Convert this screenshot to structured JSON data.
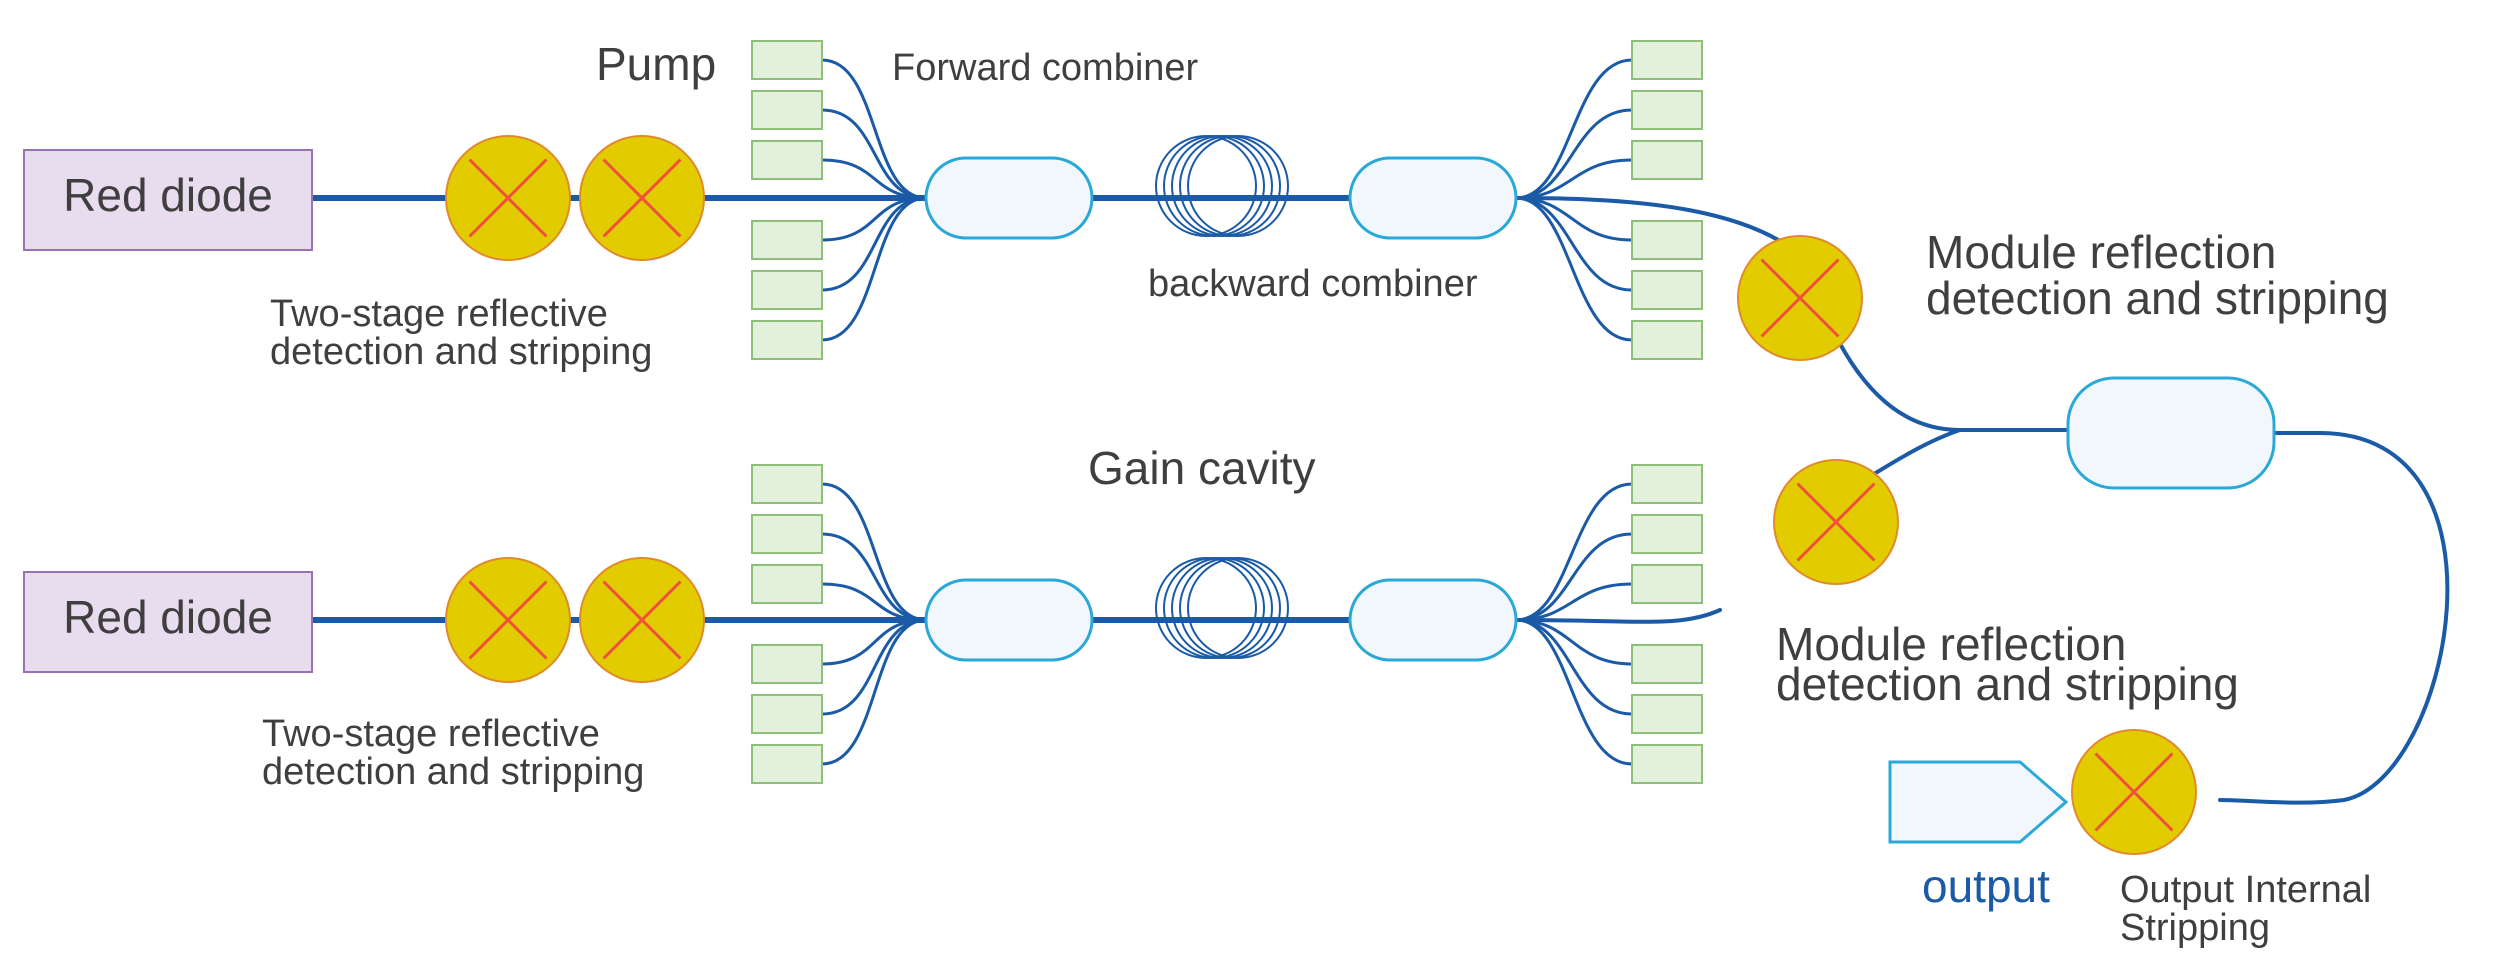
{
  "labels": {
    "red_diode_top": "Red diode",
    "red_diode_bottom": "Red diode",
    "pump": "Pump",
    "forward_combiner": "Forward combiner",
    "backward_combiner": "backward combiner",
    "gain_cavity": "Gain cavity",
    "two_stage_top_line1": "Two-stage reflective",
    "two_stage_top_line2": "detection and stripping",
    "two_stage_bottom_line1": "Two-stage reflective",
    "two_stage_bottom_line2": "detection and stripping",
    "module_top_line1": "Module reflection",
    "module_top_line2": "detection and stripping",
    "module_bottom_line1": "Module reflection",
    "module_bottom_line2": "detection and stripping",
    "output": "output",
    "output_internal_line1": "Output Internal",
    "output_internal_line2": "Stripping"
  },
  "colors": {
    "fiber": "#1a5aa6",
    "diode_fill": "#e8dcef",
    "diode_stroke": "#9b72b0",
    "stripper_fill": "#e2cc00",
    "stripper_stroke": "#e08a2a",
    "stripper_cross": "#f0513a",
    "combiner_fill": "#f1f7fc",
    "combiner_stroke": "#2aa8d8",
    "pump_fill": "#e3f1dc",
    "pump_stroke": "#8ec07c",
    "output_text": "#1a5aa6"
  }
}
